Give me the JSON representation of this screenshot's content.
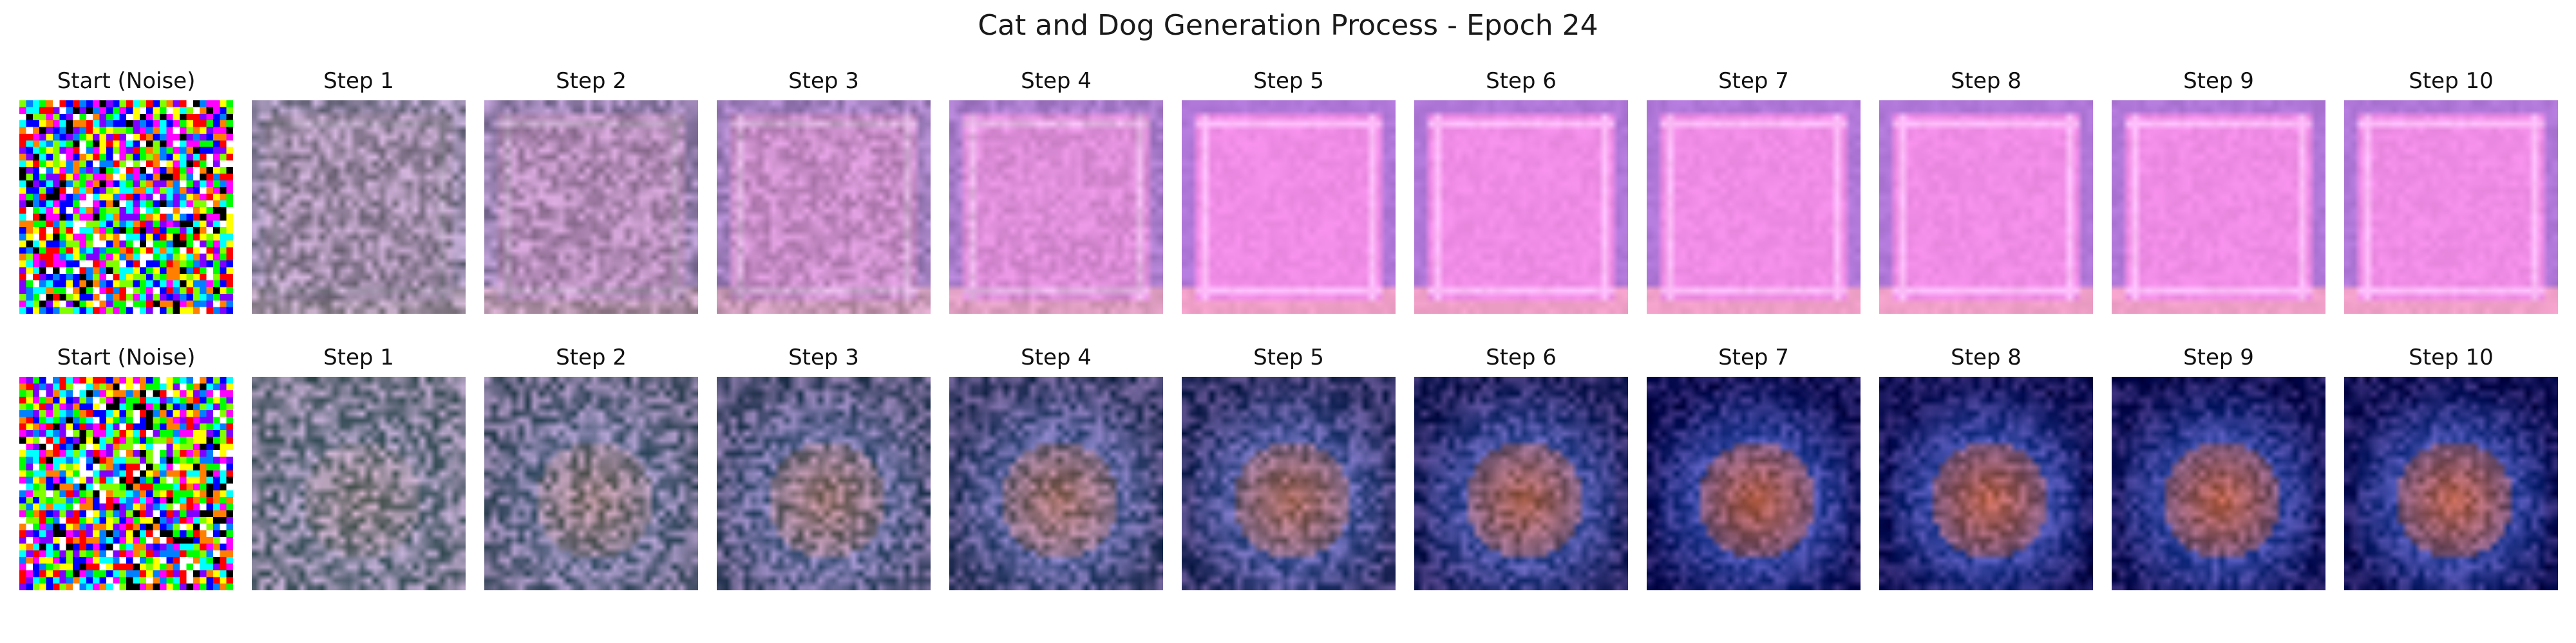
{
  "figure": {
    "title": "Cat and Dog Generation Process - Epoch 24"
  },
  "rows": [
    {
      "panels": [
        {
          "title": "Start (Noise)",
          "style": "noise",
          "seed": 11
        },
        {
          "title": "Step 1",
          "style": "pink",
          "step": 1,
          "seed": 21
        },
        {
          "title": "Step 2",
          "style": "pink",
          "step": 2,
          "seed": 22
        },
        {
          "title": "Step 3",
          "style": "pink",
          "step": 3,
          "seed": 23
        },
        {
          "title": "Step 4",
          "style": "pink",
          "step": 4,
          "seed": 24
        },
        {
          "title": "Step 5",
          "style": "pink",
          "step": 5,
          "seed": 25
        },
        {
          "title": "Step 6",
          "style": "pink",
          "step": 6,
          "seed": 26
        },
        {
          "title": "Step 7",
          "style": "pink",
          "step": 7,
          "seed": 27
        },
        {
          "title": "Step 8",
          "style": "pink",
          "step": 8,
          "seed": 28
        },
        {
          "title": "Step 9",
          "style": "pink",
          "step": 9,
          "seed": 29
        },
        {
          "title": "Step 10",
          "style": "pink",
          "step": 10,
          "seed": 30
        }
      ]
    },
    {
      "panels": [
        {
          "title": "Start (Noise)",
          "style": "noise",
          "seed": 12
        },
        {
          "title": "Step 1",
          "style": "blue",
          "step": 1,
          "seed": 41
        },
        {
          "title": "Step 2",
          "style": "blue",
          "step": 2,
          "seed": 42
        },
        {
          "title": "Step 3",
          "style": "blue",
          "step": 3,
          "seed": 43
        },
        {
          "title": "Step 4",
          "style": "blue",
          "step": 4,
          "seed": 44
        },
        {
          "title": "Step 5",
          "style": "blue",
          "step": 5,
          "seed": 45
        },
        {
          "title": "Step 6",
          "style": "blue",
          "step": 6,
          "seed": 46
        },
        {
          "title": "Step 7",
          "style": "blue",
          "step": 7,
          "seed": 47
        },
        {
          "title": "Step 8",
          "style": "blue",
          "step": 8,
          "seed": 48
        },
        {
          "title": "Step 9",
          "style": "blue",
          "step": 9,
          "seed": 49
        },
        {
          "title": "Step 10",
          "style": "blue",
          "step": 10,
          "seed": 50
        }
      ]
    }
  ],
  "colors": {
    "pink_final": "#f08ce6",
    "pink_border": "#b077d8",
    "pink_bottom": "#f0a0c8",
    "blue_dark": "#14145a",
    "blue_mid": "#3a4aa8",
    "orange_center": "#b8604a",
    "gray_step1": "#8a8a98"
  }
}
